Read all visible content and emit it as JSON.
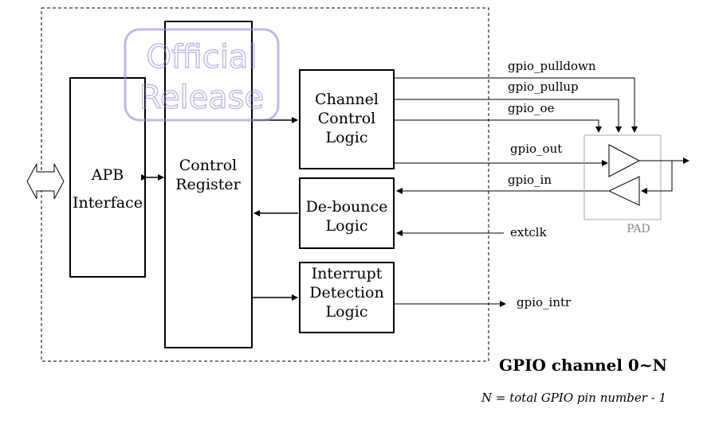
{
  "diagram": {
    "blocks": {
      "apb": [
        "APB",
        "Interface"
      ],
      "control_register": [
        "Control",
        "Register"
      ],
      "channel_control": [
        "Channel",
        "Control",
        "Logic"
      ],
      "debounce": [
        "De-bounce",
        "Logic"
      ],
      "interrupt": [
        "Interrupt",
        "Detection",
        "Logic"
      ]
    },
    "signals": {
      "pulldown": "gpio_pulldown",
      "pullup": "gpio_pullup",
      "oe": "gpio_oe",
      "out": "gpio_out",
      "in": "gpio_in",
      "extclk": "extclk",
      "intr": "gpio_intr"
    },
    "pad_label": "PAD",
    "title": "GPIO channel 0~N",
    "note": "N = total GPIO pin number - 1",
    "watermark": [
      "Official",
      "Release"
    ]
  },
  "colors": {
    "line": "#000000",
    "pad_border": "#aaaaaa",
    "watermark": "#8e8ed8"
  }
}
